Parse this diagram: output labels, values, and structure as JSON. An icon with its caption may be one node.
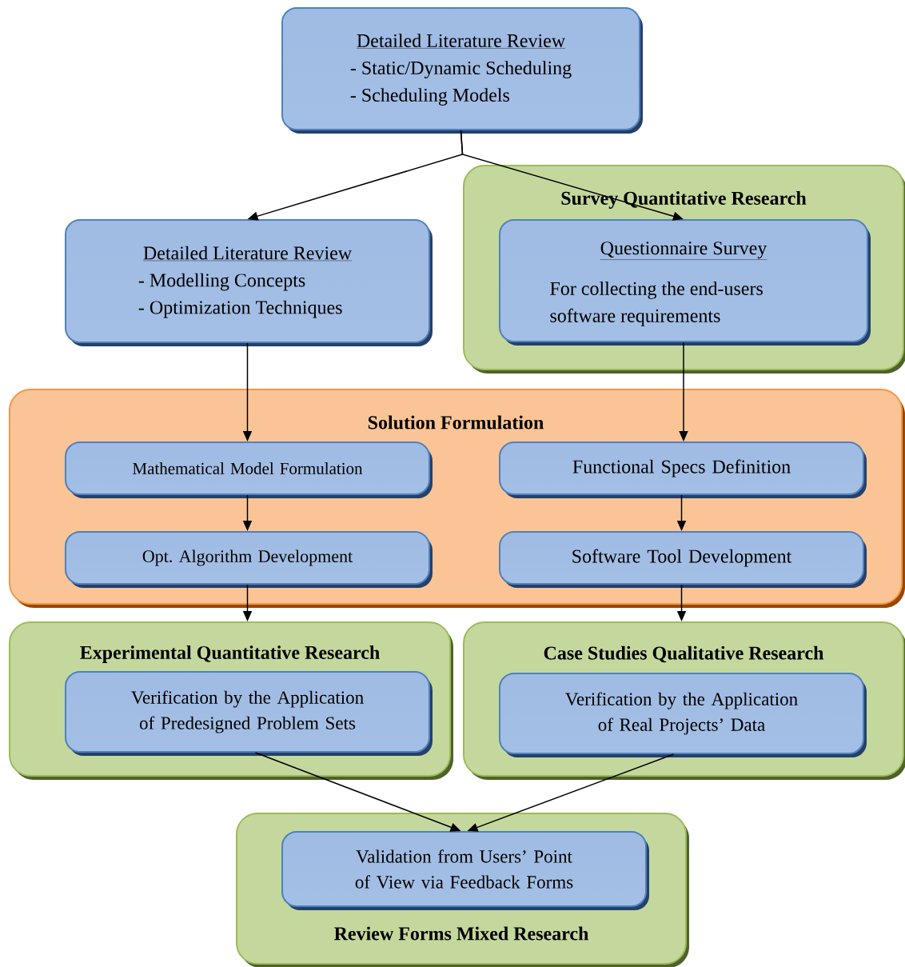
{
  "diagram": {
    "nodes": [
      {
        "text": [
          "Detailed Literature Review",
          "- Static/Dynamic Scheduling",
          "- Scheduling Models"
        ]
      },
      {
        "text": [
          "Detailed Literature Review",
          "- Modelling Concepts",
          "- Optimization Techniques"
        ]
      },
      {
        "text": [
          "Survey Quantitative Research"
        ]
      },
      {
        "text": [
          "Questionnaire Survey",
          "For collecting the end-users software requirements"
        ],
        "in": 2
      },
      {
        "text": [
          "Solution Formulation"
        ]
      },
      {
        "text": [
          "Mathematical Model Formulation"
        ],
        "in": 4
      },
      {
        "text": [
          "Functional Specs Definition"
        ],
        "in": 4
      },
      {
        "text": [
          "Opt. Algorithm Development"
        ],
        "in": 4
      },
      {
        "text": [
          "Software Tool Development"
        ],
        "in": 4
      },
      {
        "text": [
          "Experimental Quantitative Research"
        ]
      },
      {
        "text": [
          "Verification by the Application of Predesigned Problem Sets"
        ],
        "in": 9
      },
      {
        "text": [
          "Case Studies Qualitative Research"
        ]
      },
      {
        "text": [
          "Verification by the Application of Real Projects’ Data"
        ],
        "in": 11
      },
      {
        "text": [
          "Review Forms Mixed Research"
        ]
      },
      {
        "text": [
          "Validation from Users’ Point of View via Feedback Forms"
        ],
        "in": 13
      }
    ],
    "edges": [
      {
        "from": 0,
        "to": 1,
        "arrow": "to"
      },
      {
        "from": 0,
        "to": 3,
        "arrow": "to"
      },
      {
        "from": 1,
        "to": 5,
        "arrow": "to"
      },
      {
        "from": 3,
        "to": 6,
        "arrow": "to"
      },
      {
        "from": 5,
        "to": 7,
        "arrow": "to"
      },
      {
        "from": 6,
        "to": 8,
        "arrow": "to"
      },
      {
        "from": 7,
        "to": 9,
        "arrow": "to"
      },
      {
        "from": 8,
        "to": 11,
        "arrow": "to"
      },
      {
        "from": 10,
        "to": 14,
        "arrow": "to"
      },
      {
        "from": 12,
        "to": 14,
        "arrow": "to"
      }
    ]
  }
}
